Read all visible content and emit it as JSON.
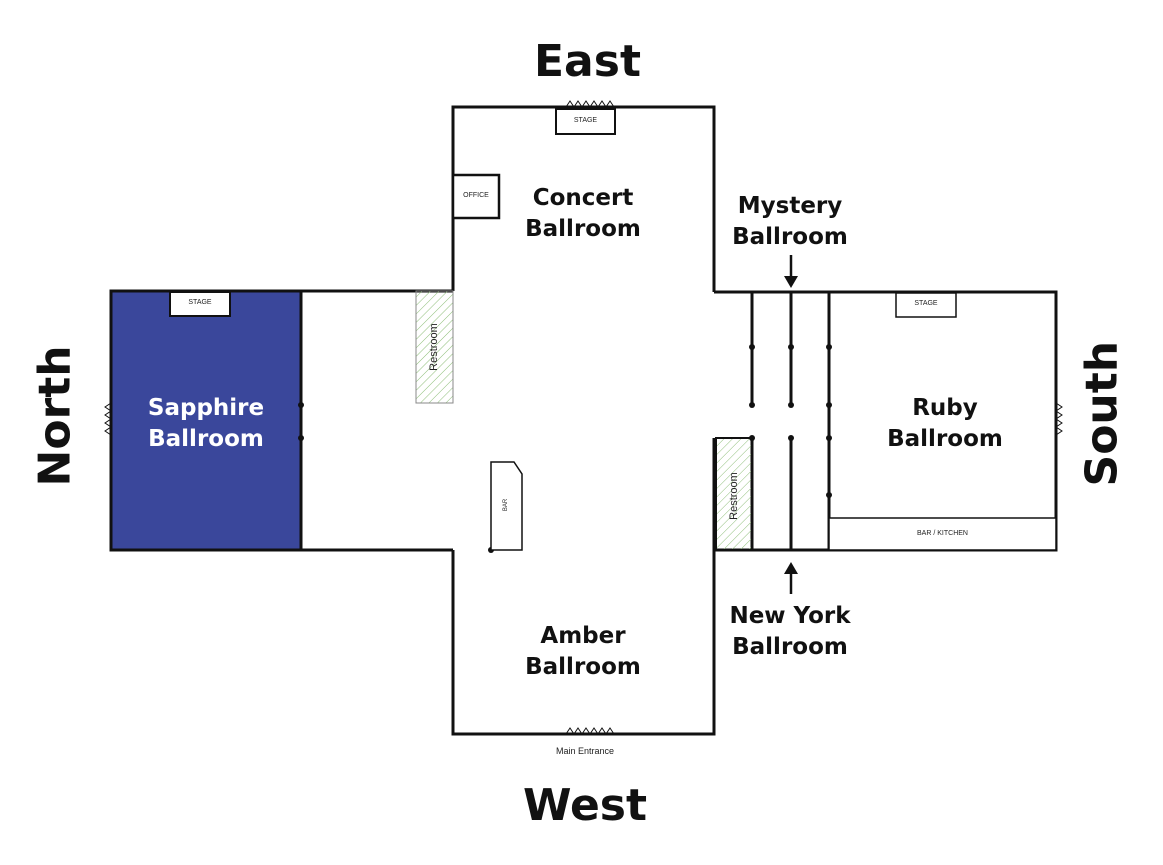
{
  "compass": {
    "east": "East",
    "west": "West",
    "north": "North",
    "south": "South"
  },
  "rooms": {
    "concert": [
      "Concert",
      "Ballroom"
    ],
    "mystery": [
      "Mystery",
      "Ballroom"
    ],
    "sapphire": [
      "Sapphire",
      "Ballroom"
    ],
    "ruby": [
      "Ruby",
      "Ballroom"
    ],
    "amber": [
      "Amber",
      "Ballroom"
    ],
    "new_york": [
      "New York",
      "Ballroom"
    ]
  },
  "labels": {
    "stage_east": "STAGE",
    "stage_sapphire": "STAGE",
    "stage_ruby": "STAGE",
    "office": "OFFICE",
    "restroom_north": "Restroom",
    "restroom_south": "Restroom",
    "bar": "BAR",
    "bar_kitchen": "BAR / KITCHEN",
    "main_entrance": "Main Entrance"
  },
  "colors": {
    "sapphire_fill": "#3A479B",
    "wall": "#111111",
    "restroom_hatch": "#8fbf7a"
  }
}
